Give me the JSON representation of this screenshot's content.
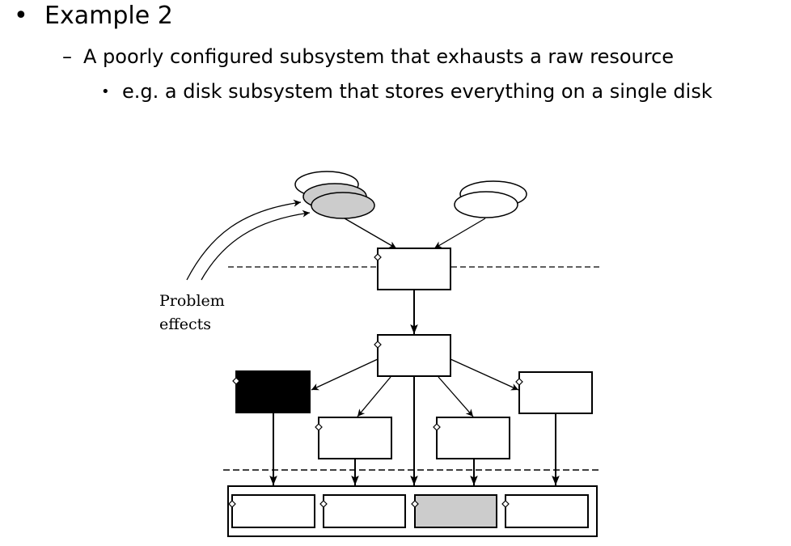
{
  "slide": {
    "bullets": [
      {
        "level": 1,
        "marker": "•",
        "text": "Example 2"
      },
      {
        "level": 2,
        "marker": "–",
        "text": "A poorly configured subsystem that exhausts a raw resource"
      },
      {
        "level": 3,
        "marker": "•",
        "text": "e.g. a disk subsystem that stores everything on a single disk"
      }
    ]
  },
  "diagram": {
    "annotation_line1": "Problem",
    "annotation_line2": "effects",
    "colors": {
      "stroke": "#000000",
      "affected_fill": "#cccccc",
      "failed_fill": "#000000",
      "normal_fill": "#ffffff"
    },
    "nodes": {
      "clients_left": {
        "kind": "ellipse-stack",
        "count": 3,
        "affected": 2
      },
      "clients_right": {
        "kind": "ellipse-stack",
        "count": 2,
        "affected": 0
      },
      "frontend": {
        "kind": "component",
        "state": "normal"
      },
      "dispatcher": {
        "kind": "component",
        "state": "normal"
      },
      "services": [
        {
          "state": "failed"
        },
        {
          "state": "normal"
        },
        {
          "state": "normal"
        },
        {
          "state": "normal"
        }
      ],
      "disks": [
        {
          "state": "normal"
        },
        {
          "state": "normal"
        },
        {
          "state": "affected"
        },
        {
          "state": "normal"
        }
      ]
    }
  }
}
